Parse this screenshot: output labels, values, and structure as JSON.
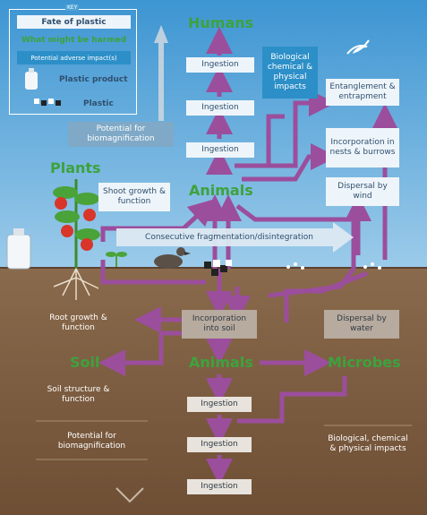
{
  "key": {
    "title": "KEY",
    "fate": "Fate of plastic",
    "harmed": "What might be harmed",
    "impact": "Potential adverse impact(s)",
    "product": "Plastic product",
    "plastic": "Plastic"
  },
  "headings": {
    "humans": "Humans",
    "plants": "Plants",
    "animals_top": "Animals",
    "soil": "Soil",
    "animals_bottom": "Animals",
    "microbes": "Microbes"
  },
  "top": {
    "ingestion1": "Ingestion",
    "ingestion2": "Ingestion",
    "ingestion3": "Ingestion",
    "biological": "Biological chemical & physical impacts",
    "entanglement": "Entanglement & entrapment",
    "nests": "Incorporation in nests & burrows",
    "wind": "Dispersal by wind",
    "shoot": "Shoot growth & function",
    "fragmentation": "Consecutive fragmentation/disintegration",
    "biomag": "Potential for biomagnification"
  },
  "bottom": {
    "incorp_soil": "Incorporation into soil",
    "water": "Dispersal by water",
    "root": "Root growth & function",
    "soil_structure": "Soil structure & function",
    "biomag": "Potential for biomagnification",
    "biological": "Biological, chemical & physical impacts",
    "ingestion1": "Ingestion",
    "ingestion2": "Ingestion",
    "ingestion3": "Ingestion"
  },
  "colors": {
    "sky": "#4fa3d8",
    "soil": "#7a5a3e",
    "arrow": "#9b4e9c",
    "green": "#3da23d"
  }
}
